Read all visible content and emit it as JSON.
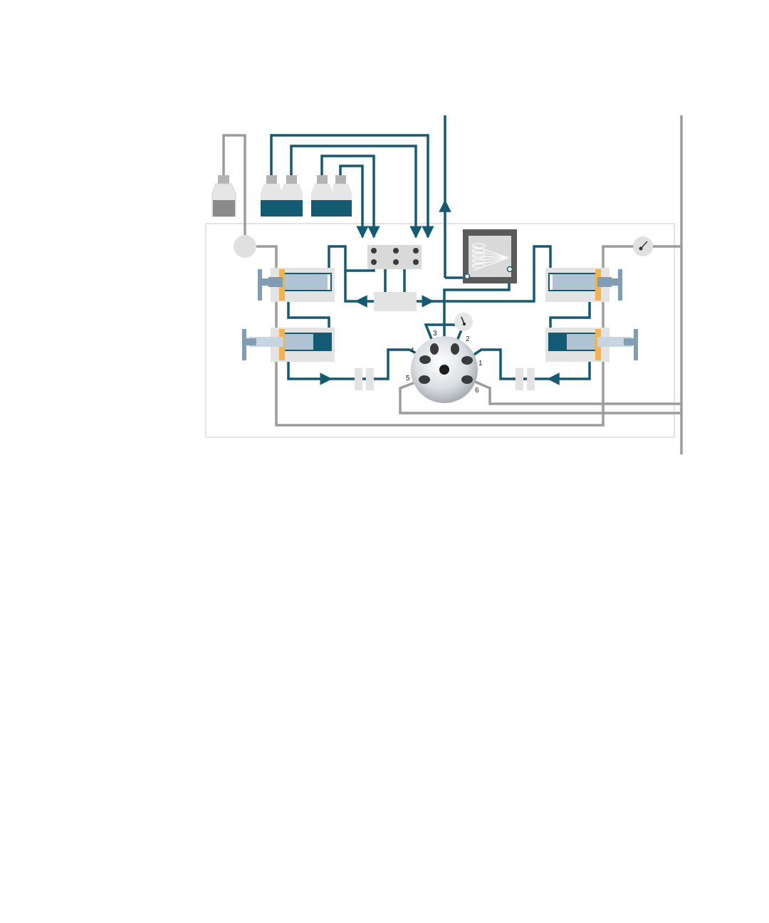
{
  "diagram": {
    "colors": {
      "flow_line": "#135a73",
      "waste_line": "#9c9c9c",
      "frame_border": "#cfd3d6",
      "panel_fill": "#dcdcdc",
      "solvent": "#135a73",
      "waste_liquid": "#8a8a8a",
      "seal": "#f4b34a",
      "piston": "#7f9db3",
      "flow_cell_frame": "#5a5a5a",
      "flow_cell_window": "#d9d9d9",
      "valve_body": "#c8ccd1"
    },
    "solvent_bottles": 4,
    "waste_bottles": 1,
    "syringe_pumps": 4,
    "injection_valve": {
      "port_labels": [
        "1",
        "2",
        "3",
        "4",
        "5",
        "6"
      ]
    },
    "icons": [
      "bottle-icon",
      "pump-icon",
      "switching-valve-icon",
      "flow-cell-icon",
      "pressure-gauge-icon",
      "rotary-valve-icon"
    ]
  }
}
